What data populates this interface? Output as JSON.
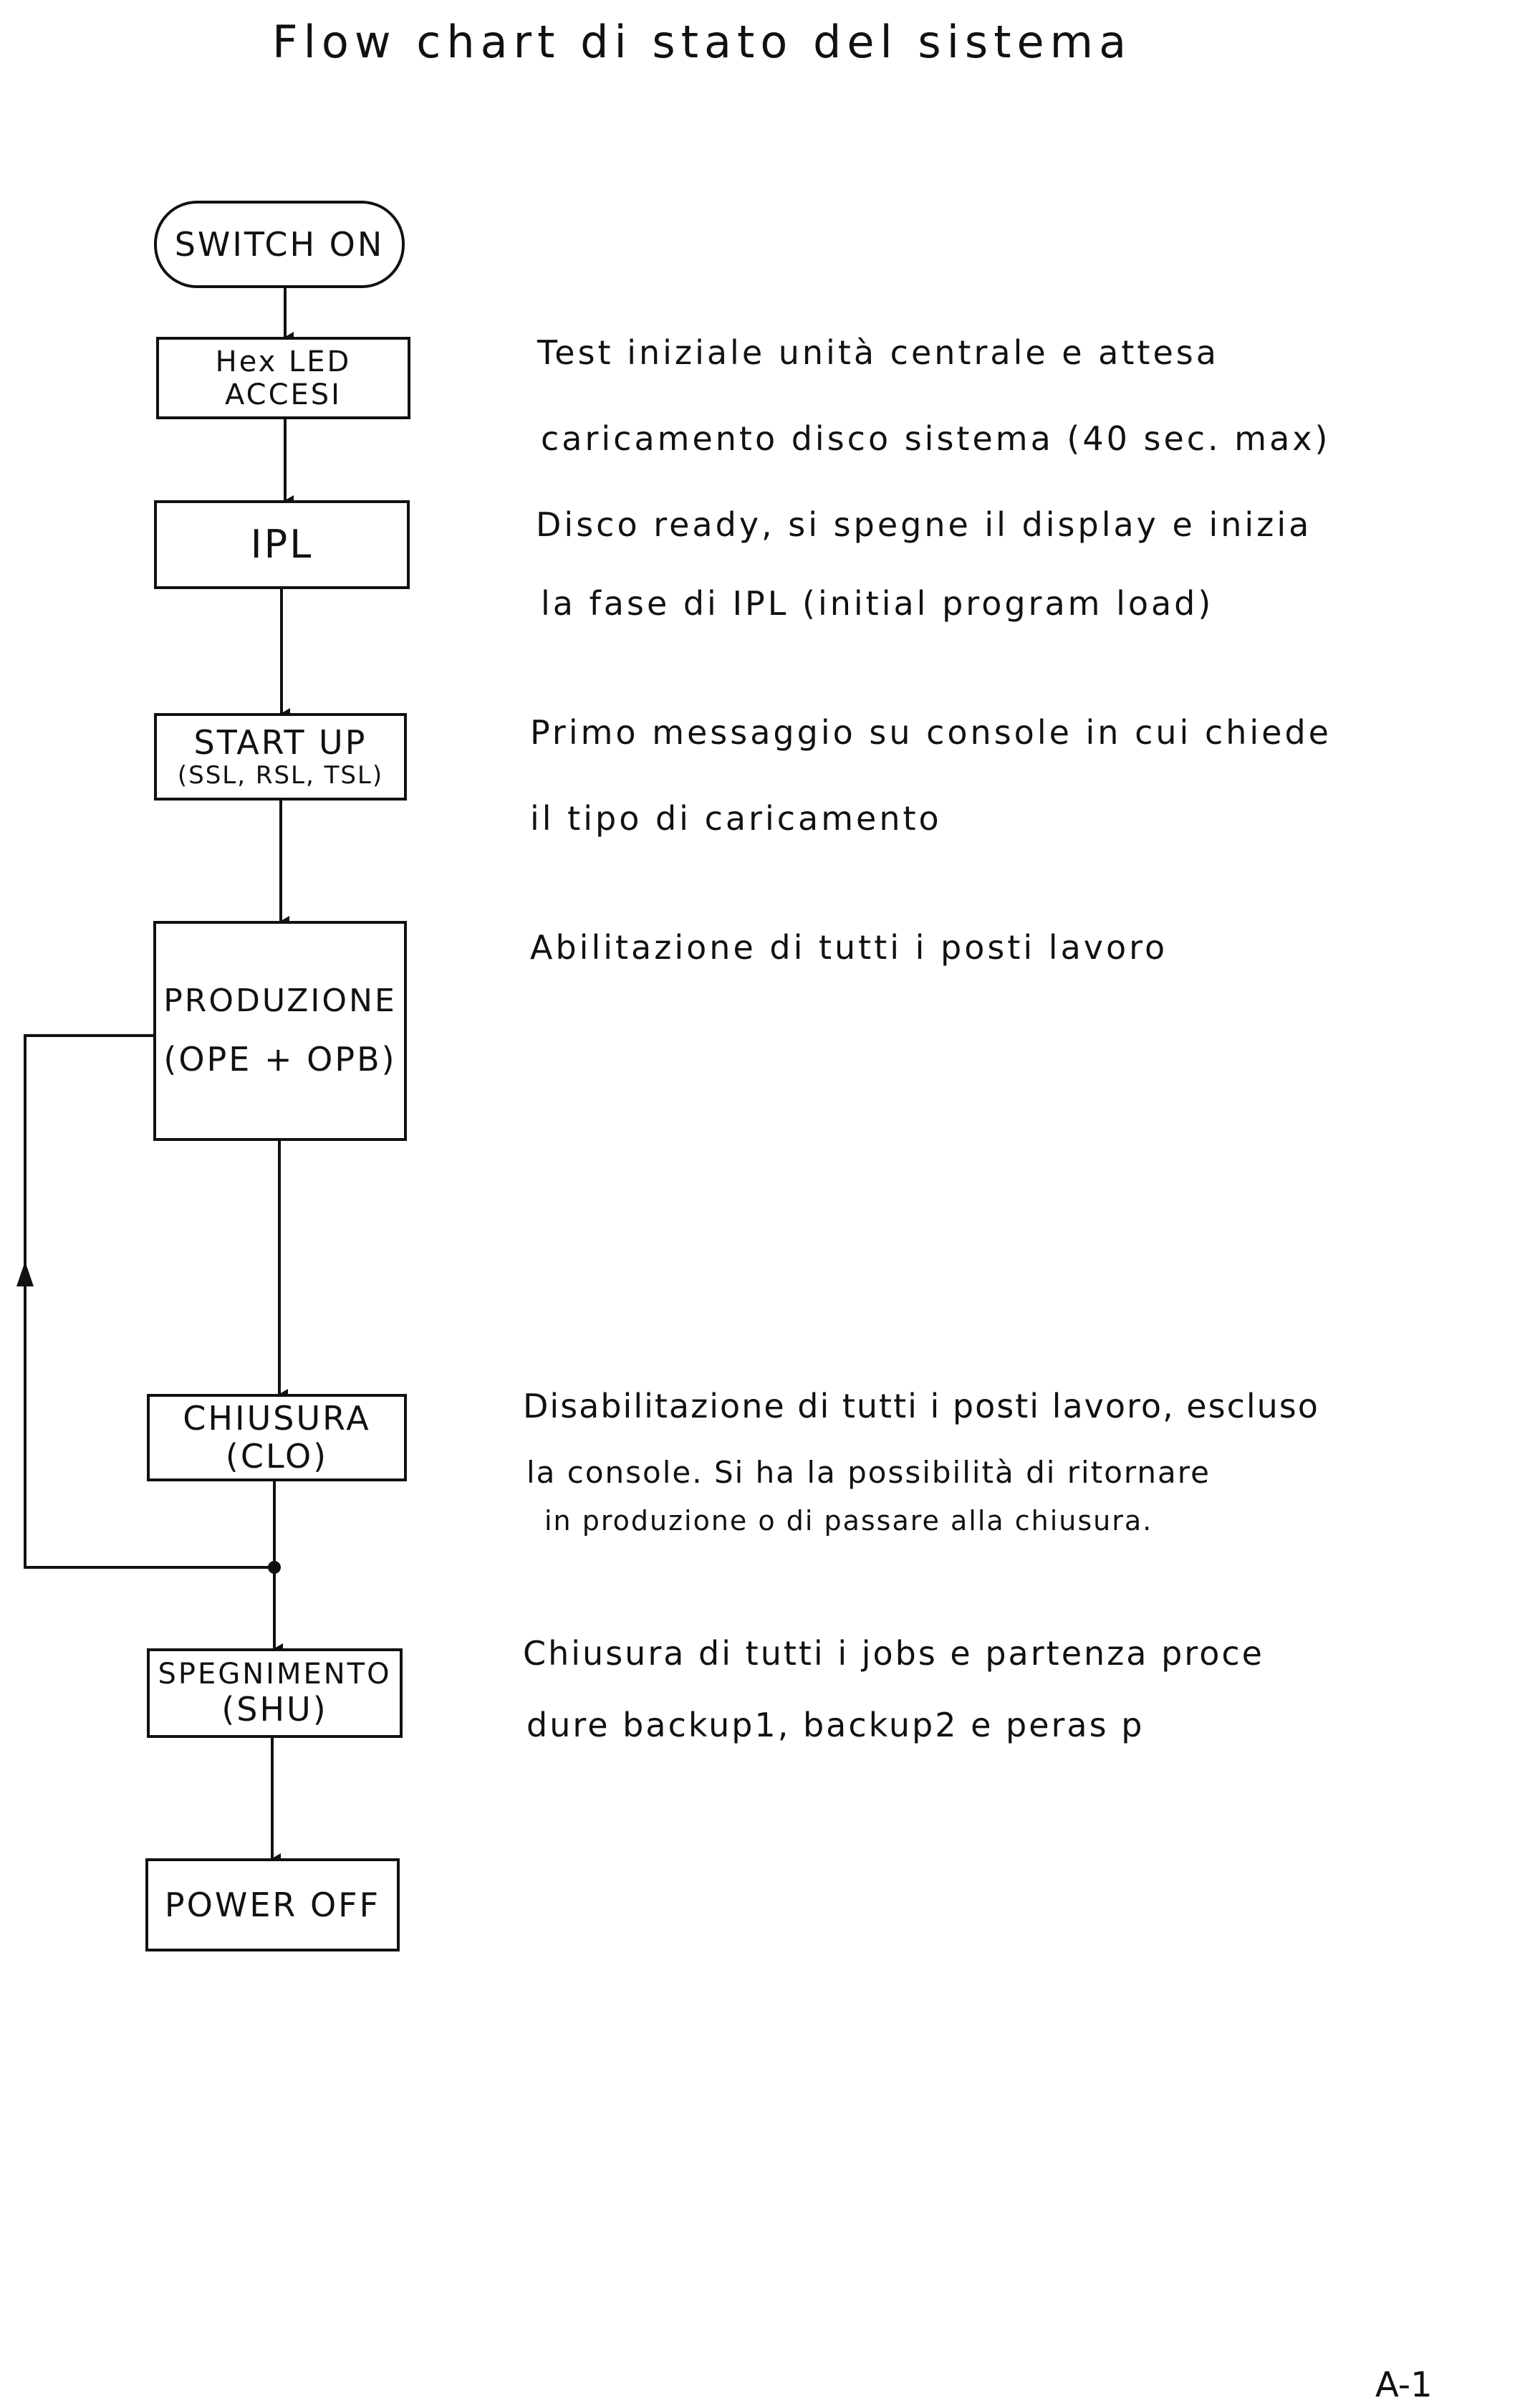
{
  "title": "Flow chart di stato del sistema",
  "nodes": {
    "switch_on": "SWITCH ON",
    "hex_led": "Hex LED ACCESI",
    "ipl": "IPL",
    "start_up_1": "START UP",
    "start_up_2": "(SSL, RSL, TSL)",
    "produzione_1": "PRODUZIONE",
    "produzione_2": "(OPE + OPB)",
    "chiusura_1": "CHIUSURA",
    "chiusura_2": "(CLO)",
    "spegnimento_1": "SPEGNIMENTO",
    "spegnimento_2": "(SHU)",
    "power_off": "POWER OFF"
  },
  "notes": {
    "hex_1": "Test iniziale unità centrale e attesa",
    "hex_2": "caricamento disco sistema (40 sec. max)",
    "ipl_1": "Disco ready, si spegne il display e inizia",
    "ipl_2": "la fase di IPL (initial program load)",
    "startup_1": "Primo messaggio su console in cui chiede",
    "startup_2": "il tipo di caricamento",
    "produzione_1": "Abilitazione di tutti i posti lavoro",
    "chiusura_1": "Disabilitazione di tutti i posti lavoro, escluso",
    "chiusura_2": "la console. Si ha la possibilità di ritornare",
    "chiusura_3": "in produzione o di passare alla chiusura.",
    "spegnimento_1": "Chiusura di tutti i jobs e partenza proce",
    "spegnimento_2": "dure backup1, backup2 e peras p"
  },
  "page_number": "A-1"
}
